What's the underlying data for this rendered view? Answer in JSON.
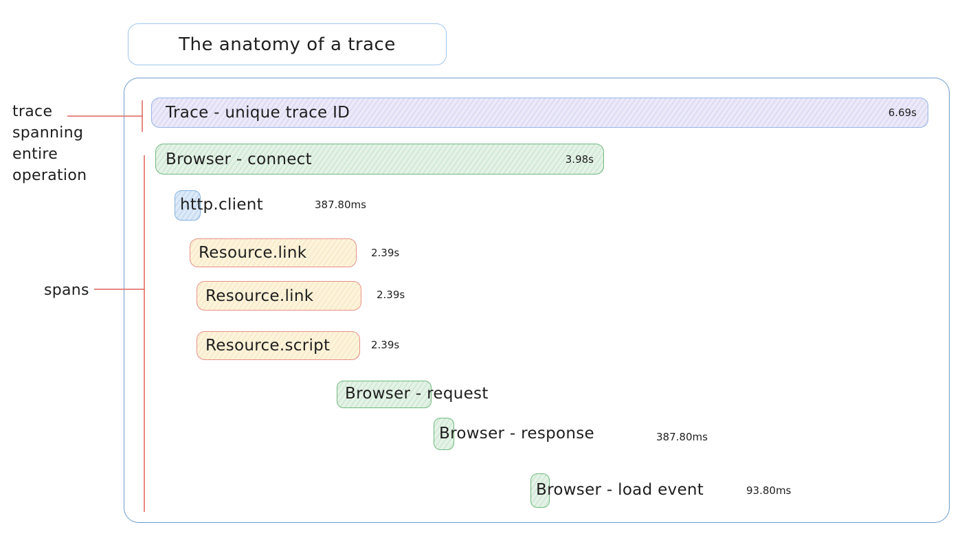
{
  "title": "The anatomy of a trace",
  "annotations": {
    "trace_note_line1": "trace",
    "trace_note_line2": "spanning",
    "trace_note_line3": "entire",
    "trace_note_line4": "operation",
    "spans_note": "spans"
  },
  "spans": {
    "trace": {
      "label": "Trace - unique trace ID",
      "duration": "6.69s"
    },
    "connect": {
      "label": "Browser - connect",
      "duration": "3.98s"
    },
    "http_client": {
      "label": "http.client",
      "duration": "387.80ms"
    },
    "resource_link_1": {
      "label": "Resource.link",
      "duration": "2.39s"
    },
    "resource_link_2": {
      "label": "Resource.link",
      "duration": "2.39s"
    },
    "resource_script": {
      "label": "Resource.script",
      "duration": "2.39s"
    },
    "request": {
      "label": "Browser - request"
    },
    "response": {
      "label": "Browser - response",
      "duration": "387.80ms"
    },
    "load_event": {
      "label": "Browser - load event",
      "duration": "93.80ms"
    }
  },
  "colors": {
    "text": "#1e1e1e",
    "container_border": "#6b9bd2",
    "title_border": "#9fc6ee",
    "trace_fill": "#eceaf9",
    "trace_border": "#96b5e6",
    "green_fill": "#e5f3e7",
    "green_border": "#6fb97e",
    "blue_fill": "#ddeaf8",
    "blue_border": "#82b1e0",
    "yellow_fill": "#fdf4dc",
    "yellow_border": "#e79087",
    "annotation_red": "#e2736b"
  }
}
